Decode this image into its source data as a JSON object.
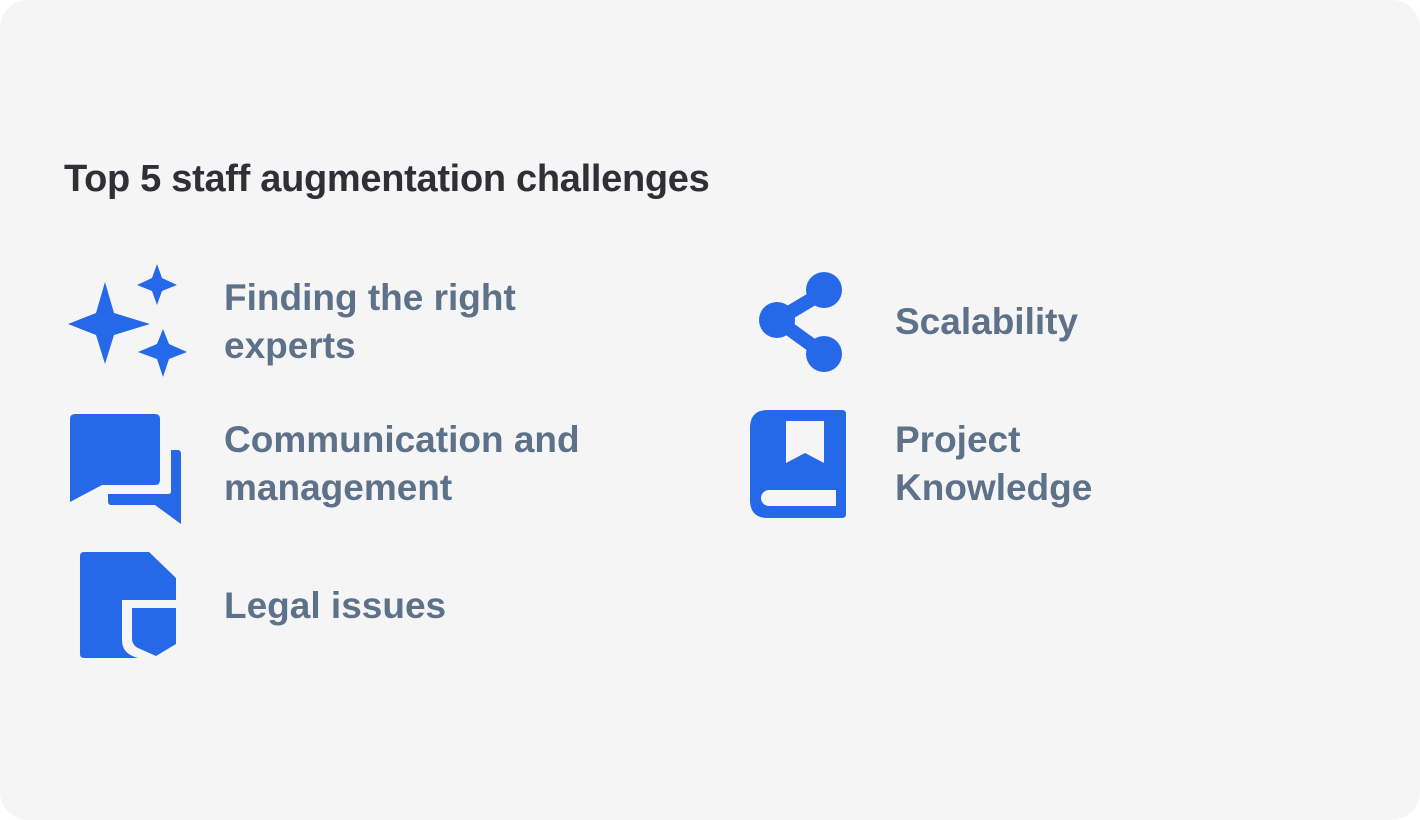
{
  "title": "Top 5 staff augmentation challenges",
  "accent_color": "#2568e8",
  "label_color": "#5d7189",
  "items": [
    {
      "label": "Finding the right\nexperts",
      "icon": "sparkles-icon"
    },
    {
      "label": "Scalability",
      "icon": "share-icon"
    },
    {
      "label": "Communication and\nmanagement",
      "icon": "chat-bubbles-icon"
    },
    {
      "label": "Project\nKnowledge",
      "icon": "book-bookmark-icon"
    },
    {
      "label": "Legal issues",
      "icon": "document-shield-icon"
    }
  ]
}
